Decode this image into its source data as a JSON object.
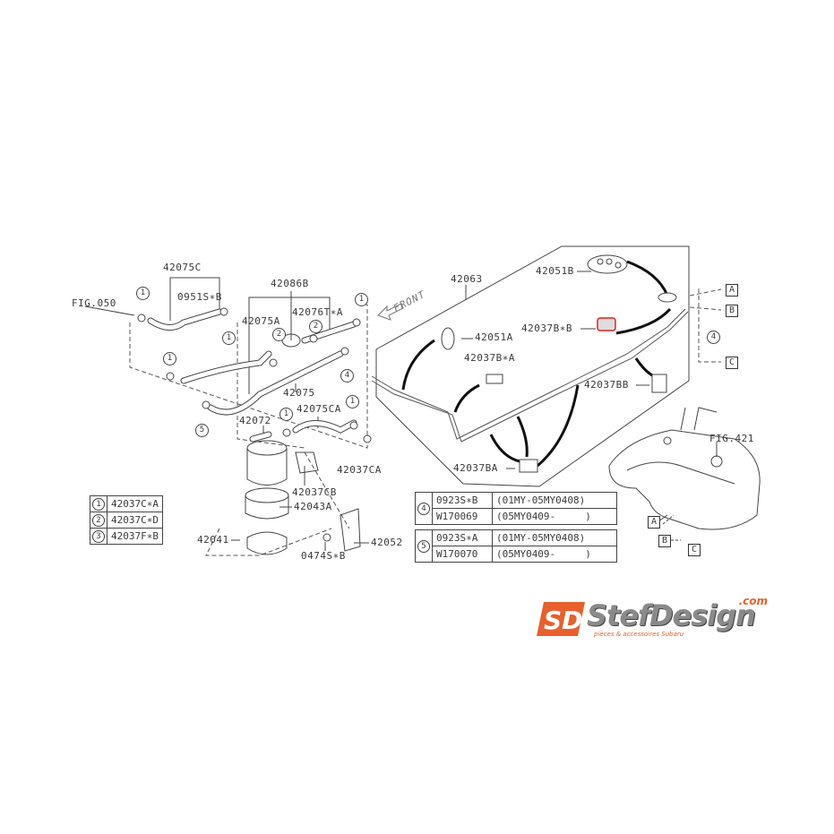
{
  "labels": {
    "p42075C": "42075C",
    "p0951SB": "0951S∗B",
    "fig050": "FIG.050",
    "p42086B": "42086B",
    "p42075A": "42075A",
    "p42076TA": "42076T∗A",
    "p42075": "42075",
    "p42072": "42072",
    "p42075CA": "42075CA",
    "p42037CA": "42037CA",
    "p42037CB": "42037CB",
    "p42043A": "42043A",
    "p42041": "42041",
    "p0474SB": "0474S∗B",
    "p42052": "42052",
    "p42063": "42063",
    "front": "FRONT",
    "p42051B": "42051B",
    "p42051A": "42051A",
    "p42037BB_star": "42037B∗B",
    "p42037BA_star": "42037B∗A",
    "p42037BB": "42037BB",
    "p42037BA": "42037BA",
    "fig421": "FIG.421"
  },
  "callouts": {
    "one": "1",
    "two": "2",
    "three": "3",
    "four": "4",
    "five": "5"
  },
  "connectors": {
    "a": "A",
    "b": "B",
    "c": "C"
  },
  "legend": [
    {
      "num": "1",
      "part": "42037C∗A"
    },
    {
      "num": "2",
      "part": "42037C∗D"
    },
    {
      "num": "3",
      "part": "42037F∗B"
    }
  ],
  "variant_tables": [
    {
      "num": "4",
      "rows": [
        {
          "part": "0923S∗B",
          "range": "(01MY-05MY0408)"
        },
        {
          "part": "W170069",
          "range": "(05MY0409-     )"
        }
      ]
    },
    {
      "num": "5",
      "rows": [
        {
          "part": "0923S∗A",
          "range": "(01MY-05MY0408)"
        },
        {
          "part": "W170070",
          "range": "(05MY0409-     )"
        }
      ]
    }
  ],
  "logo": {
    "mark": "SD",
    "name": "StefDesign",
    "tld": ".com",
    "tagline": "pièces & accessoires Subaru",
    "accent": "#e8602c"
  },
  "highlight_color": "#e02020"
}
